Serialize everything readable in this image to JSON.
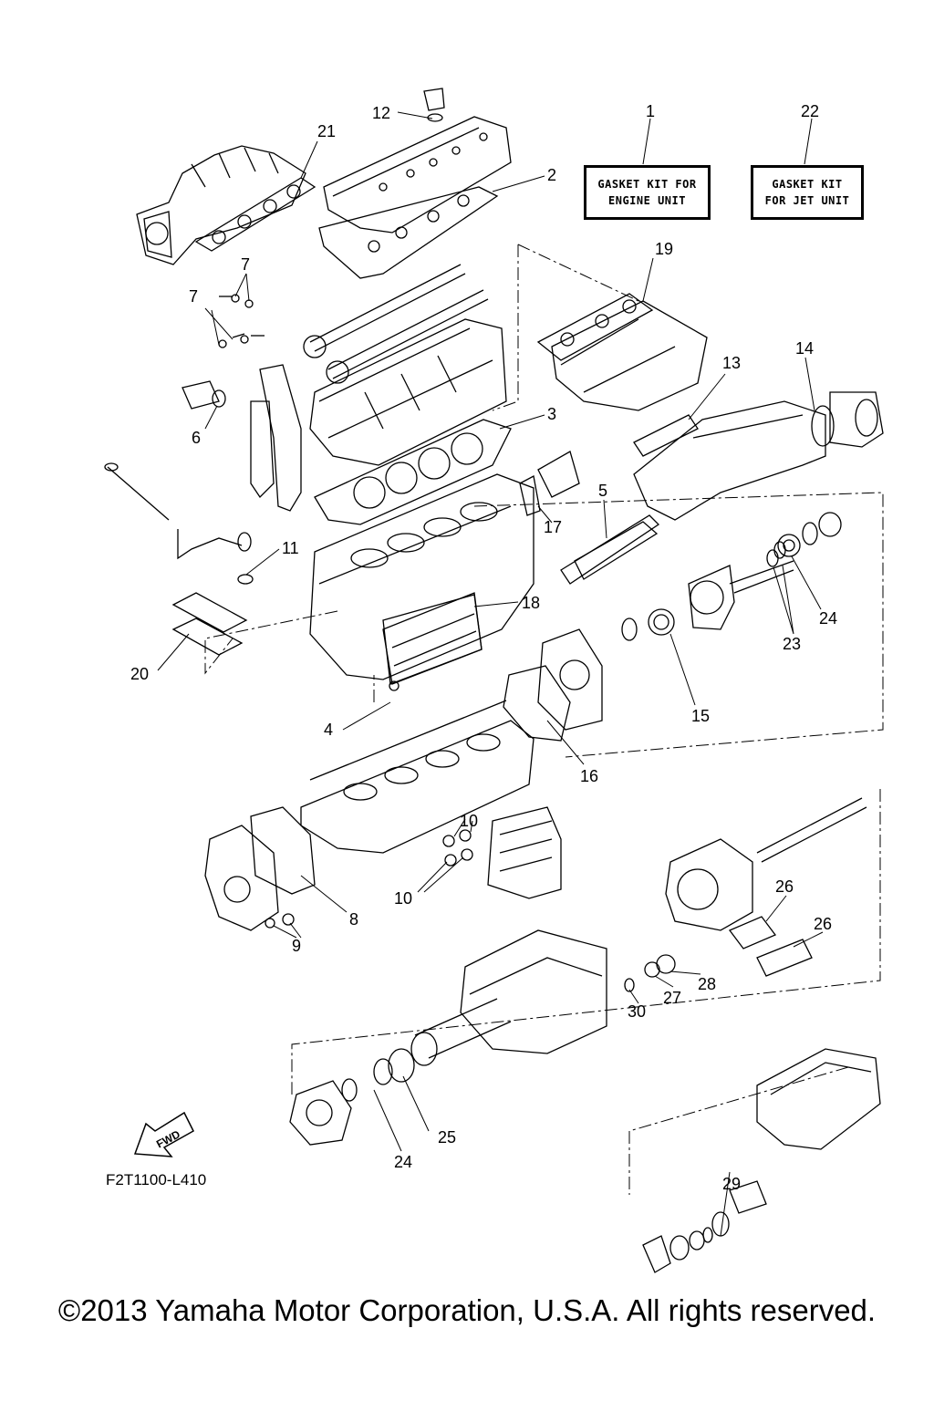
{
  "kits": [
    {
      "callout": "1",
      "line1": "GASKET KIT FOR",
      "line2": "ENGINE UNIT"
    },
    {
      "callout": "22",
      "line1": "GASKET KIT",
      "line2": "FOR JET UNIT"
    }
  ],
  "callouts": [
    "12",
    "21",
    "2",
    "7",
    "7",
    "6",
    "19",
    "3",
    "13",
    "14",
    "17",
    "5",
    "11",
    "18",
    "24",
    "23",
    "20",
    "4",
    "15",
    "16",
    "10",
    "10",
    "8",
    "9",
    "26",
    "26",
    "28",
    "27",
    "30",
    "25",
    "24",
    "29"
  ],
  "fwd_label": "FWD",
  "drawing_code": "F2T1100-L410",
  "copyright": "©2013 Yamaha Motor Corporation, U.S.A. All rights reserved."
}
